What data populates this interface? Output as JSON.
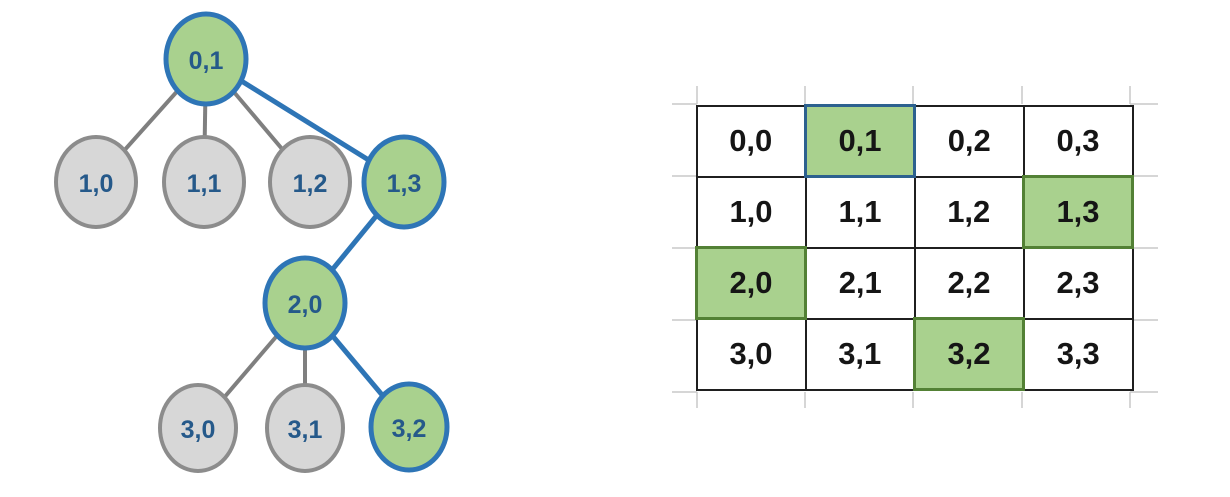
{
  "colors": {
    "node_fill_active": "#a9d18e",
    "node_stroke_active": "#2e75b6",
    "node_fill_inactive": "#d7d7d7",
    "node_stroke_inactive": "#8c8c8c",
    "edge_active": "#2e75b6",
    "edge_inactive": "#7f7f7f",
    "node_text": "#25598a",
    "cell_fill_highlight": "#a9d18e",
    "cell_border_highlight_green": "#538135",
    "cell_border_highlight_blue": "#2c618f",
    "cell_border": "#1f1f1f",
    "gridline_stub": "#c9c9c9",
    "cell_text": "#151515"
  },
  "tree": {
    "nodes": [
      {
        "id": "0,1",
        "label": "0,1",
        "state": "active"
      },
      {
        "id": "1,0",
        "label": "1,0",
        "state": "inactive"
      },
      {
        "id": "1,1",
        "label": "1,1",
        "state": "inactive"
      },
      {
        "id": "1,2",
        "label": "1,2",
        "state": "inactive"
      },
      {
        "id": "1,3",
        "label": "1,3",
        "state": "active"
      },
      {
        "id": "2,0",
        "label": "2,0",
        "state": "active"
      },
      {
        "id": "3,0",
        "label": "3,0",
        "state": "inactive"
      },
      {
        "id": "3,1",
        "label": "3,1",
        "state": "inactive"
      },
      {
        "id": "3,2",
        "label": "3,2",
        "state": "active"
      }
    ],
    "edges": [
      {
        "from": "0,1",
        "to": "1,0",
        "state": "inactive"
      },
      {
        "from": "0,1",
        "to": "1,1",
        "state": "inactive"
      },
      {
        "from": "0,1",
        "to": "1,2",
        "state": "inactive"
      },
      {
        "from": "0,1",
        "to": "1,3",
        "state": "active"
      },
      {
        "from": "1,3",
        "to": "2,0",
        "state": "active"
      },
      {
        "from": "2,0",
        "to": "3,0",
        "state": "inactive"
      },
      {
        "from": "2,0",
        "to": "3,1",
        "state": "inactive"
      },
      {
        "from": "2,0",
        "to": "3,2",
        "state": "active"
      }
    ]
  },
  "grid": {
    "rows": 4,
    "cols": 4,
    "cells": [
      {
        "label": "0,0",
        "state": "normal"
      },
      {
        "label": "0,1",
        "state": "highlight-blue"
      },
      {
        "label": "0,2",
        "state": "normal"
      },
      {
        "label": "0,3",
        "state": "normal"
      },
      {
        "label": "1,0",
        "state": "normal"
      },
      {
        "label": "1,1",
        "state": "normal"
      },
      {
        "label": "1,2",
        "state": "normal"
      },
      {
        "label": "1,3",
        "state": "highlight"
      },
      {
        "label": "2,0",
        "state": "highlight"
      },
      {
        "label": "2,1",
        "state": "normal"
      },
      {
        "label": "2,2",
        "state": "normal"
      },
      {
        "label": "2,3",
        "state": "normal"
      },
      {
        "label": "3,0",
        "state": "normal"
      },
      {
        "label": "3,1",
        "state": "normal"
      },
      {
        "label": "3,2",
        "state": "highlight"
      },
      {
        "label": "3,3",
        "state": "normal"
      }
    ]
  }
}
